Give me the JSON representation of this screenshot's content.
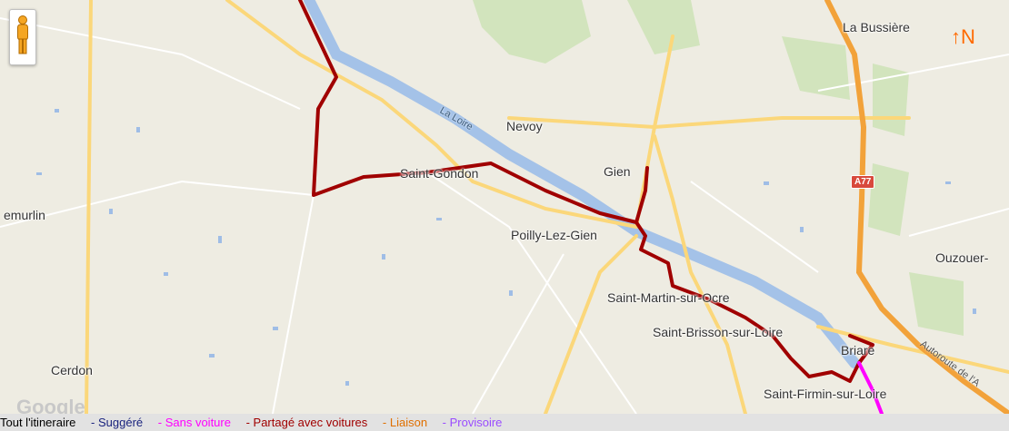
{
  "map": {
    "places": [
      {
        "id": "la-bussiere",
        "label": "La Bussière"
      },
      {
        "id": "nevoy",
        "label": "Nevoy"
      },
      {
        "id": "gien",
        "label": "Gien"
      },
      {
        "id": "saint-gondon",
        "label": "Saint-Gondon"
      },
      {
        "id": "lemurlin",
        "label": "emurlin"
      },
      {
        "id": "poilly-lez-gien",
        "label": "Poilly-Lez-Gien"
      },
      {
        "id": "ouzouer",
        "label": "Ouzouer-"
      },
      {
        "id": "saint-martin-sur-ocre",
        "label": "Saint-Martin-sur-Ocre"
      },
      {
        "id": "saint-brisson-sur-loire",
        "label": "Saint-Brisson-sur-Loire"
      },
      {
        "id": "briare",
        "label": "Briare"
      },
      {
        "id": "cerdon",
        "label": "Cerdon"
      },
      {
        "id": "saint-firmin-sur-loire",
        "label": "Saint-Firmin-sur-Loire"
      }
    ],
    "river_label": "La Loire",
    "motorway_shield": "A77",
    "motorway_label": "Autoroute de l'A",
    "north_label": "N",
    "watermark": "Google",
    "colors": {
      "background": "#eeece2",
      "water": "#a4c2e8",
      "forest": "#d2e4bd",
      "road_major": "#fbd77a",
      "motorway": "#f2a23a",
      "route_shared": "#a00000",
      "route_no_car": "#ff00ff",
      "north_arrow": "#ff6a00"
    }
  },
  "legend": {
    "items": [
      {
        "label": "Tout l'itineraire",
        "color": "#000000"
      },
      {
        "label": "- Suggéré",
        "color": "#1a237e"
      },
      {
        "label": "- Sans voiture",
        "color": "#ff00ff"
      },
      {
        "label": "- Partagé avec voitures",
        "color": "#a00000"
      },
      {
        "label": "- Liaison",
        "color": "#e07000"
      },
      {
        "label": "- Provisoire",
        "color": "#9a4cff"
      }
    ]
  }
}
